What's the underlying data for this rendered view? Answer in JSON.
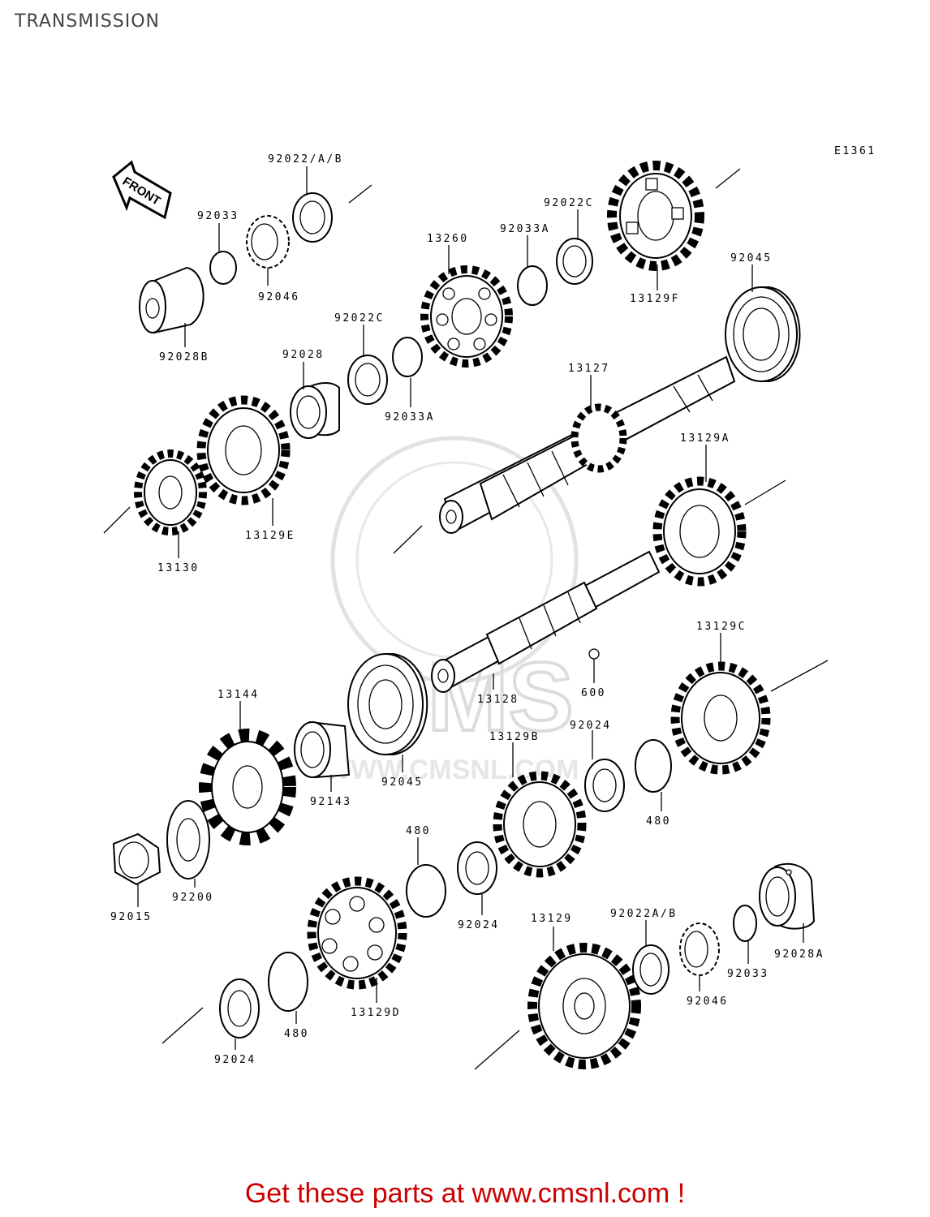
{
  "header": {
    "title": "TRANSMISSION"
  },
  "diagram": {
    "code": "E1361",
    "front_label": "FRONT",
    "watermark": {
      "brand": "CMS",
      "site": "WWW.CMSNL.COM"
    }
  },
  "parts": [
    {
      "id": "p01",
      "label": "92022/A/B"
    },
    {
      "id": "p02",
      "label": "92033"
    },
    {
      "id": "p03",
      "label": "92046"
    },
    {
      "id": "p04",
      "label": "92028B"
    },
    {
      "id": "p05",
      "label": "13260"
    },
    {
      "id": "p06",
      "label": "92022C"
    },
    {
      "id": "p07",
      "label": "92033A"
    },
    {
      "id": "p08",
      "label": "13129F"
    },
    {
      "id": "p09",
      "label": "92045"
    },
    {
      "id": "p10",
      "label": "92022C"
    },
    {
      "id": "p11",
      "label": "92028"
    },
    {
      "id": "p12",
      "label": "92033A"
    },
    {
      "id": "p13",
      "label": "13127"
    },
    {
      "id": "p14",
      "label": "13129E"
    },
    {
      "id": "p15",
      "label": "13130"
    },
    {
      "id": "p16",
      "label": "13129A"
    },
    {
      "id": "p17",
      "label": "13129C"
    },
    {
      "id": "p18",
      "label": "13144"
    },
    {
      "id": "p19",
      "label": "13128"
    },
    {
      "id": "p20",
      "label": "600"
    },
    {
      "id": "p21",
      "label": "92024"
    },
    {
      "id": "p22",
      "label": "13129B"
    },
    {
      "id": "p23",
      "label": "92045"
    },
    {
      "id": "p24",
      "label": "92143"
    },
    {
      "id": "p25",
      "label": "480"
    },
    {
      "id": "p26",
      "label": "480"
    },
    {
      "id": "p27",
      "label": "92015"
    },
    {
      "id": "p28",
      "label": "92200"
    },
    {
      "id": "p29",
      "label": "92024"
    },
    {
      "id": "p30",
      "label": "13129"
    },
    {
      "id": "p31",
      "label": "92022A/B"
    },
    {
      "id": "p32",
      "label": "92028A"
    },
    {
      "id": "p33",
      "label": "92033"
    },
    {
      "id": "p34",
      "label": "92046"
    },
    {
      "id": "p35",
      "label": "13129D"
    },
    {
      "id": "p36",
      "label": "480"
    },
    {
      "id": "p37",
      "label": "92024"
    }
  ],
  "footer": {
    "text": "Get these parts at www.cmsnl.com !"
  }
}
